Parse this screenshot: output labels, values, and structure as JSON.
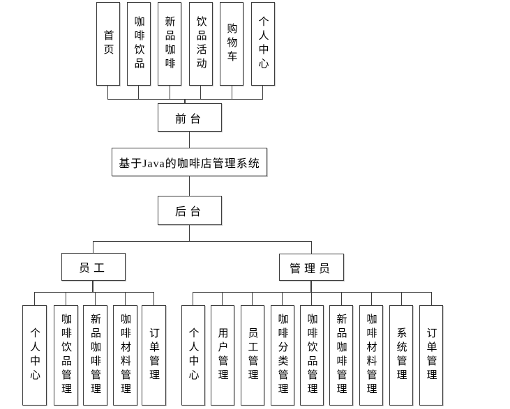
{
  "diagram": {
    "title": "基于Java的咖啡店管理系统",
    "front": {
      "label": "前台",
      "children": [
        "首页",
        "咖啡饮品",
        "新品咖啡",
        "饮品活动",
        "购物车",
        "个人中心"
      ]
    },
    "back": {
      "label": "后台",
      "roles": [
        {
          "label": "员工",
          "children": [
            "个人中心",
            "咖啡饮品管理",
            "新品咖啡管理",
            "咖啡材料管理",
            "订单管理"
          ]
        },
        {
          "label": "管理员",
          "children": [
            "个人中心",
            "用户管理",
            "员工管理",
            "咖啡分类管理",
            "咖啡饮品管理",
            "新品咖啡管理",
            "咖啡材料管理",
            "系统管理",
            "订单管理"
          ]
        }
      ]
    },
    "colors": {
      "line": "#3d3d3d",
      "border": "#3d3d3d",
      "text": "#000000",
      "background": "#ffffff"
    }
  }
}
